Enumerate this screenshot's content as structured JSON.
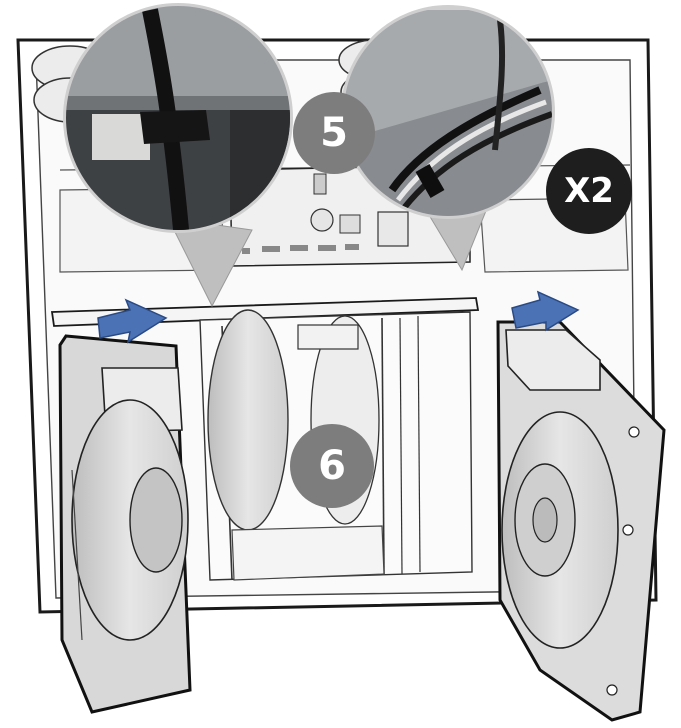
{
  "callouts": {
    "step_a": "5",
    "step_b": "6",
    "quantity": "X2"
  },
  "colors": {
    "arrow": "#4a72b5",
    "step_badge": "#7d7d7d",
    "quantity_badge": "#1e1e1e"
  }
}
